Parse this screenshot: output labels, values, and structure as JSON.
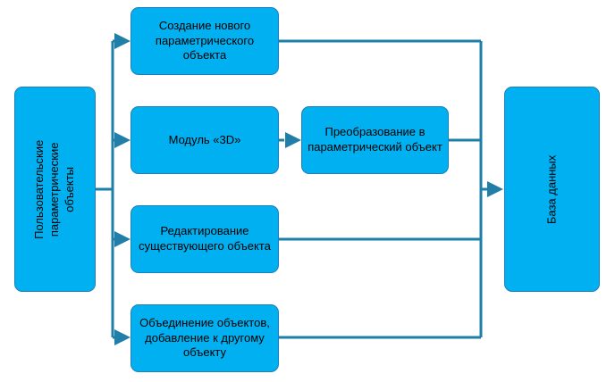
{
  "colors": {
    "box_fill": "#00B0F0",
    "connector": "#1F7FA8",
    "box_border": "#1F7FB8"
  },
  "nodes": {
    "user_objects": "Пользовательские параметрические объекты",
    "create_new": "Создание нового параметрического объекта",
    "module_3d": "Модуль «3D»",
    "transform": "Преобразование в параметрический объект",
    "edit_existing": "Редактирование существующего объекта",
    "merge": "Объединение объектов, добавление к другому объекту",
    "database": "База данных"
  }
}
